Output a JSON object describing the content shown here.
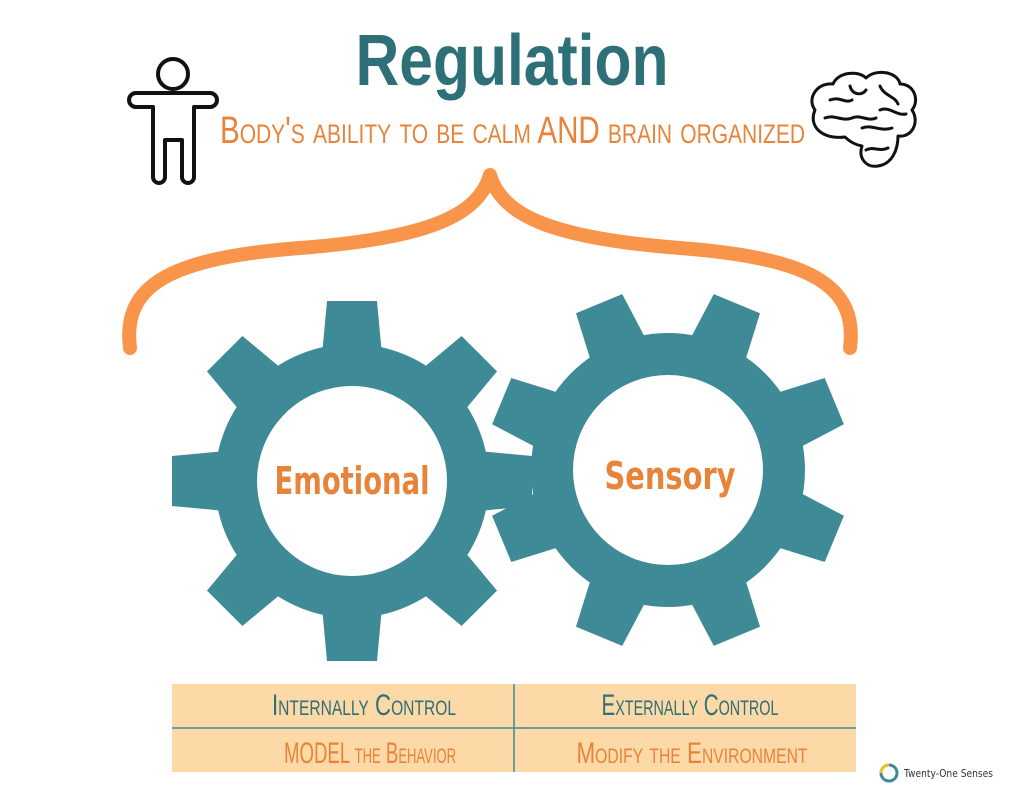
{
  "title": "Regulation",
  "subtitle": "Body's ability to be calm AND brain organized",
  "icons": {
    "left": "person-icon",
    "right": "brain-icon",
    "logo": "logo-ring-icon"
  },
  "gears": {
    "left_label": "Emotional",
    "right_label": "Sensory"
  },
  "table": {
    "rows": [
      [
        "Internally Control",
        "Externally Control"
      ],
      [
        "MODEL the Behavior",
        "Modify the Environment"
      ]
    ]
  },
  "logo": {
    "name": "Twenty-One Senses"
  },
  "colors": {
    "teal": "#3f8a97",
    "title": "#2e7077",
    "orange": "#e8833a",
    "brace": "#f9954a",
    "table_bg": "#fdd9a8",
    "logo_accent": "#f2c12e"
  }
}
